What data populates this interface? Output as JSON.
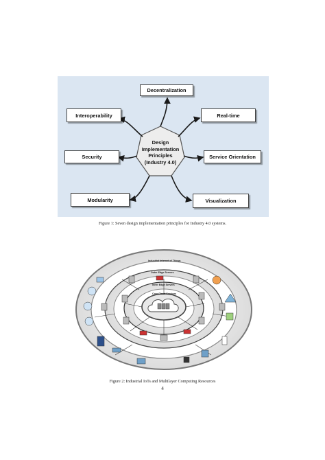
{
  "figure1": {
    "center": [
      "Design",
      "Implementation",
      "Principles",
      "(Industry 4.0)"
    ],
    "boxes": {
      "decentralization": "Decentralization",
      "interoperability": "Interoperability",
      "realtime": "Real-time",
      "security": "Security",
      "service_orientation": "Service Orientation",
      "modularity": "Modularity",
      "visualization": "Visualization"
    },
    "caption": "Figure 1: Seven design implementation principles for Industry 4.0 systems.",
    "colors": {
      "background": "#dbe6f2",
      "heptagon": "#ededed",
      "border": "#404040"
    }
  },
  "figure2": {
    "rings": {
      "outer": "Industrial Internet of Things",
      "ring2": "Outer Edge Servers",
      "ring3": "Inner Edge Servers",
      "core": "Core Cloud Services"
    },
    "caption": "Figure 2: Industrial IoTs and Multilayer Computing Resources"
  },
  "page_number": "4"
}
